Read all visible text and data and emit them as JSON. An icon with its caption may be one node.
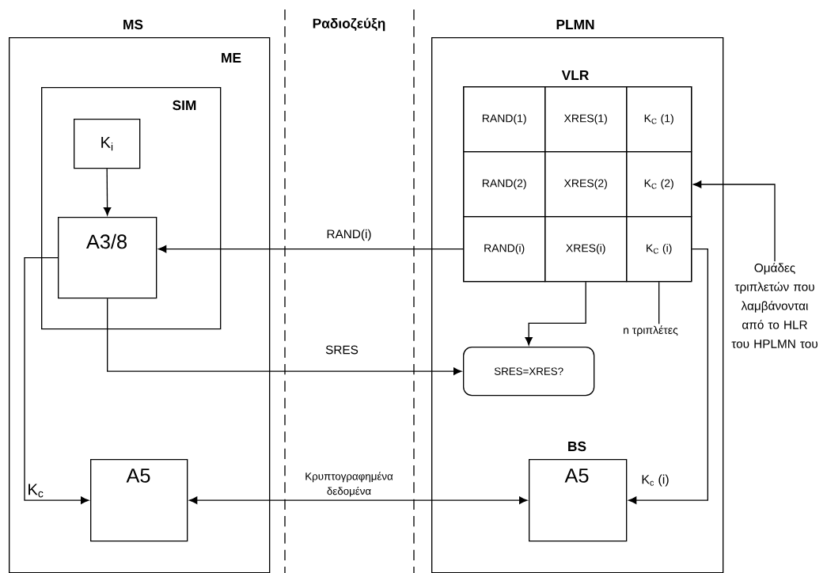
{
  "diagram": {
    "nodes": [
      {
        "text": [
          "MS",
          "ME"
        ]
      },
      {
        "text": [
          "SIM"
        ],
        "in": 0
      },
      {
        "text": [
          "K$_{i}$"
        ],
        "in": 1
      },
      {
        "text": [
          "A3/8"
        ],
        "in": 1
      },
      {
        "text": [
          "A5"
        ],
        "in": 0
      },
      {
        "text": [
          "PLMN"
        ]
      },
      {
        "text": [
          "VLR"
        ],
        "in": 5
      },
      {
        "text": [
          "RAND(1)"
        ],
        "in": 6
      },
      {
        "text": [
          "XRES(1)"
        ],
        "in": 6
      },
      {
        "text": [
          "K$_{C}$ (1)"
        ],
        "in": 6
      },
      {
        "text": [
          "RAND(2)"
        ],
        "in": 6
      },
      {
        "text": [
          "XRES(2)"
        ],
        "in": 6
      },
      {
        "text": [
          "K$_{C}$ (2)"
        ],
        "in": 6
      },
      {
        "text": [
          "RAND(i)"
        ],
        "in": 6
      },
      {
        "text": [
          "XRES(i)"
        ],
        "in": 6
      },
      {
        "text": [
          "K$_{C}$ (i)"
        ],
        "in": 6
      },
      {
        "text": [
          "SRES=XRES?"
        ],
        "in": 5
      },
      {
        "text": [
          "BS",
          "A5"
        ],
        "in": 5
      },
      {
        "text": [
          "n τριπλέτες"
        ],
        "in": 5
      },
      {
        "text": [
          "Ομάδες τριπλετών που λαμβάνονται από το HLR του HPLMN του"
        ]
      }
    ],
    "edges": [
      {
        "from": 2,
        "to": 3,
        "arrow": "to"
      },
      {
        "from": 13,
        "to": 3,
        "arrow": "to",
        "label": "RAND(i)"
      },
      {
        "from": 3,
        "to": 16,
        "arrow": "to",
        "label": "SRES"
      },
      {
        "from": 14,
        "to": 16,
        "arrow": "to"
      },
      {
        "from": 3,
        "to": 4,
        "arrow": "to",
        "label": "K$_{c}$"
      },
      {
        "from": 4,
        "to": 17,
        "arrow": "both",
        "label": "Κρυπτογραφημένα δεδομένα"
      },
      {
        "from": 15,
        "to": 17,
        "arrow": "to",
        "label": "K$_{c}$ (i)"
      },
      {
        "from": 19,
        "to": 6,
        "arrow": "to"
      },
      {
        "from": 18,
        "to": 15,
        "arrow": "none"
      }
    ],
    "labels": [
      "Ραδιοζεύξη"
    ]
  }
}
